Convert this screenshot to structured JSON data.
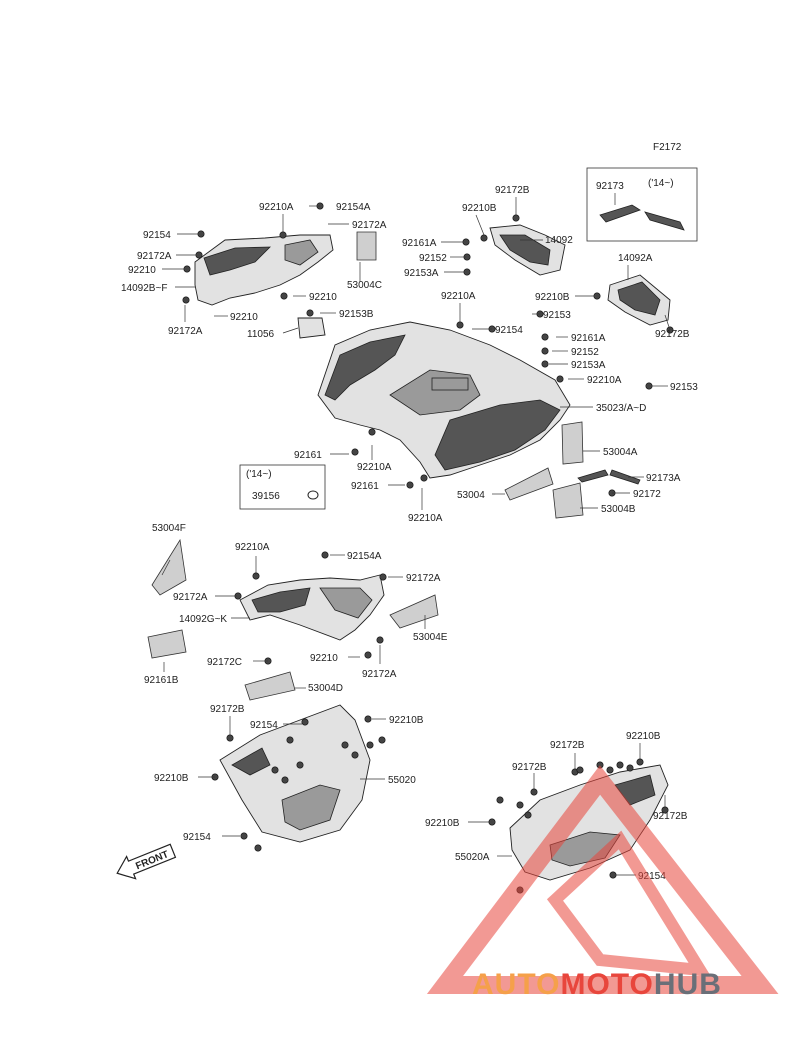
{
  "figure_code": "F2172",
  "year_note_1": "('14~)",
  "year_note_2": "('14~)",
  "front_label": "FRONT",
  "watermark": {
    "part1": "AUTO",
    "part2": "MOTO",
    "part3": "HUB"
  },
  "callouts": [
    {
      "id": "92210A_a",
      "text": "92210A"
    },
    {
      "id": "92154A_a",
      "text": "92154A"
    },
    {
      "id": "92154_a",
      "text": "92154"
    },
    {
      "id": "92172A_a",
      "text": "92172A"
    },
    {
      "id": "92172A_b",
      "text": "92172A"
    },
    {
      "id": "92210_a",
      "text": "92210"
    },
    {
      "id": "14092B_F",
      "text": "14092B~F"
    },
    {
      "id": "53004C",
      "text": "53004C"
    },
    {
      "id": "92210_b",
      "text": "92210"
    },
    {
      "id": "92172A_c",
      "text": "92172A"
    },
    {
      "id": "92210_c",
      "text": "92210"
    },
    {
      "id": "92153B",
      "text": "92153B"
    },
    {
      "id": "11056",
      "text": "11056"
    },
    {
      "id": "92172B_a",
      "text": "92172B"
    },
    {
      "id": "92210B_a",
      "text": "92210B"
    },
    {
      "id": "14092",
      "text": "14092"
    },
    {
      "id": "92161A_a",
      "text": "92161A"
    },
    {
      "id": "92152_a",
      "text": "92152"
    },
    {
      "id": "92153A_a",
      "text": "92153A"
    },
    {
      "id": "92173",
      "text": "92173"
    },
    {
      "id": "14092A",
      "text": "14092A"
    },
    {
      "id": "92210B_b",
      "text": "92210B"
    },
    {
      "id": "92153_a",
      "text": "92153"
    },
    {
      "id": "92172B_b",
      "text": "92172B"
    },
    {
      "id": "92210A_b",
      "text": "92210A"
    },
    {
      "id": "92154_b",
      "text": "92154"
    },
    {
      "id": "92161A_b",
      "text": "92161A"
    },
    {
      "id": "92152_b",
      "text": "92152"
    },
    {
      "id": "92153A_b",
      "text": "92153A"
    },
    {
      "id": "92210A_c",
      "text": "92210A"
    },
    {
      "id": "92153_b",
      "text": "92153"
    },
    {
      "id": "35023",
      "text": "35023/A~D"
    },
    {
      "id": "53004A",
      "text": "53004A"
    },
    {
      "id": "92173A",
      "text": "92173A"
    },
    {
      "id": "92172_a",
      "text": "92172"
    },
    {
      "id": "53004B",
      "text": "53004B"
    },
    {
      "id": "53004",
      "text": "53004"
    },
    {
      "id": "92161_a",
      "text": "92161"
    },
    {
      "id": "92210A_d",
      "text": "92210A"
    },
    {
      "id": "92161_b",
      "text": "92161"
    },
    {
      "id": "92210A_e",
      "text": "92210A"
    },
    {
      "id": "39156",
      "text": "39156"
    },
    {
      "id": "53004F",
      "text": "53004F"
    },
    {
      "id": "92210A_f",
      "text": "92210A"
    },
    {
      "id": "92154A_b",
      "text": "92154A"
    },
    {
      "id": "92172A_d",
      "text": "92172A"
    },
    {
      "id": "92172A_e",
      "text": "92172A"
    },
    {
      "id": "14092G_K",
      "text": "14092G~K"
    },
    {
      "id": "53004E",
      "text": "53004E"
    },
    {
      "id": "92172C",
      "text": "92172C"
    },
    {
      "id": "92210_d",
      "text": "92210"
    },
    {
      "id": "92172A_f",
      "text": "92172A"
    },
    {
      "id": "92161B",
      "text": "92161B"
    },
    {
      "id": "53004D",
      "text": "53004D"
    },
    {
      "id": "92172B_c",
      "text": "92172B"
    },
    {
      "id": "92154_c",
      "text": "92154"
    },
    {
      "id": "92210B_c",
      "text": "92210B"
    },
    {
      "id": "92210B_d",
      "text": "92210B"
    },
    {
      "id": "55020",
      "text": "55020"
    },
    {
      "id": "92154_d",
      "text": "92154"
    },
    {
      "id": "92172B_d",
      "text": "92172B"
    },
    {
      "id": "92210B_e",
      "text": "92210B"
    },
    {
      "id": "92172B_e",
      "text": "92172B"
    },
    {
      "id": "92172B_f",
      "text": "92172B"
    },
    {
      "id": "92210B_f",
      "text": "92210B"
    },
    {
      "id": "55020A",
      "text": "55020A"
    },
    {
      "id": "92154_e",
      "text": "92154"
    }
  ]
}
